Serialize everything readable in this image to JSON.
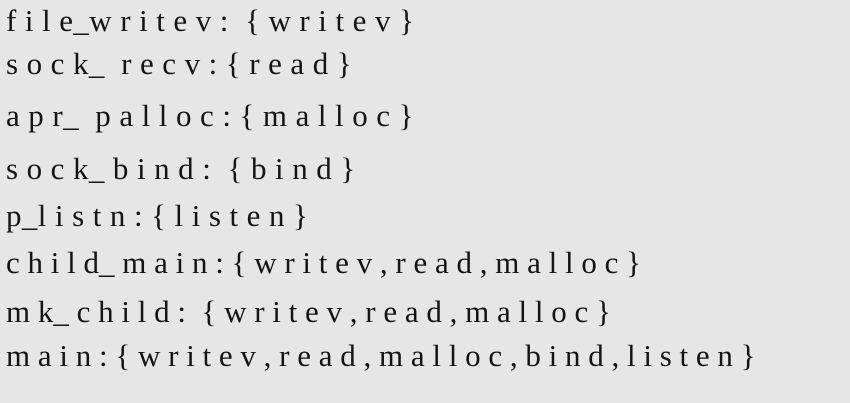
{
  "lines": [
    {
      "text": "f i l e_w r i t e v :  { w r i t e v }"
    },
    {
      "text": "s o c k_  r e c v : { r e a d }"
    },
    {
      "text": "a p r_  p a l l o c : { m a l l o c }"
    },
    {
      "text": "s o c k_ b i n d :  { b i n d }"
    },
    {
      "text": "p_l i s t n : { l i s t e n }"
    },
    {
      "text": "c h i l d_ m a i n : { w r i t e v , r e a d , m a l l o c }"
    },
    {
      "text": "m k_ c h i l d :  { w r i t e v , r e a d , m a l l o c }"
    },
    {
      "text": "m a i n : { w r i t e v , r e a d , m a l l o c , b i n d , l i s t e n }"
    }
  ]
}
